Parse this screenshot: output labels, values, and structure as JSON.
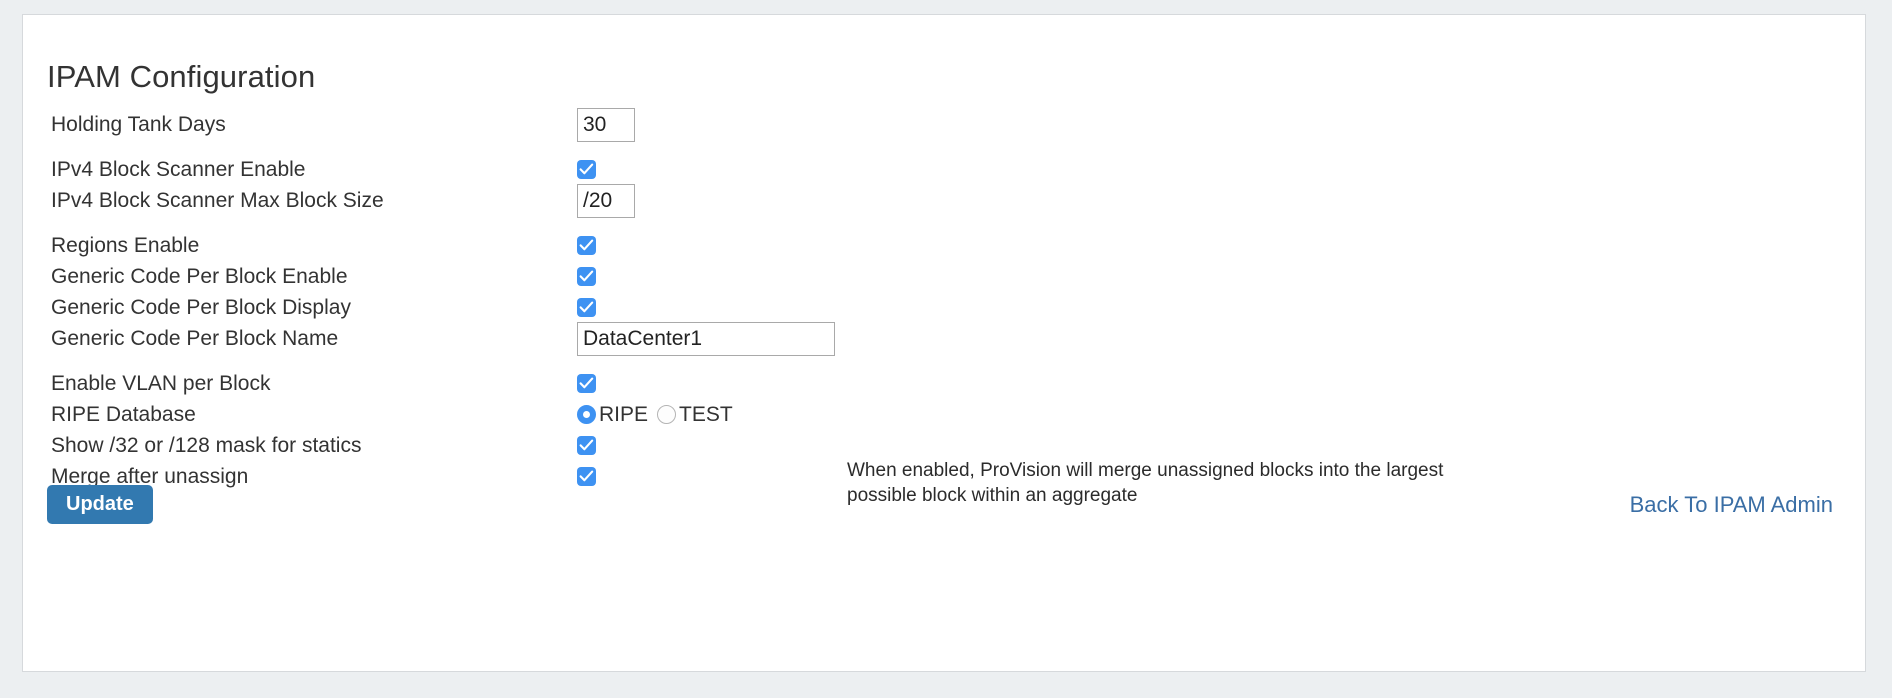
{
  "page": {
    "title": "IPAM Configuration",
    "background_color": "#eceff1",
    "card_color": "#ffffff",
    "accent_color": "#3e92f2",
    "button_color": "#3279b0",
    "link_color": "#3a6ea5"
  },
  "form": {
    "rows": [
      {
        "label": "Holding Tank Days",
        "control": "text",
        "value": "30",
        "placeholder": "",
        "size": "small",
        "gap_after": true
      },
      {
        "label": "IPv4 Block Scanner Enable",
        "control": "checkbox",
        "checked": true,
        "gap_after": false
      },
      {
        "label": "IPv4 Block Scanner Max Block Size",
        "control": "text",
        "value": "/20",
        "placeholder": "",
        "size": "small",
        "gap_after": true
      },
      {
        "label": "Regions Enable",
        "control": "checkbox",
        "checked": true,
        "gap_after": false
      },
      {
        "label": "Generic Code Per Block Enable",
        "control": "checkbox",
        "checked": true,
        "gap_after": false
      },
      {
        "label": "Generic Code Per Block Display",
        "control": "checkbox",
        "checked": true,
        "gap_after": false
      },
      {
        "label": "Generic Code Per Block Name",
        "control": "text",
        "value": "DataCenter1",
        "placeholder": "",
        "size": "wide",
        "gap_after": true
      },
      {
        "label": "Enable VLAN per Block",
        "control": "checkbox",
        "checked": true,
        "gap_after": false
      },
      {
        "label": "RIPE Database",
        "control": "radio",
        "options": [
          {
            "label": "RIPE",
            "selected": true
          },
          {
            "label": "TEST",
            "selected": false
          }
        ],
        "gap_after": false
      },
      {
        "label": "Show /32 or /128 mask for statics",
        "control": "checkbox",
        "checked": true,
        "gap_after": false
      },
      {
        "label": "Merge after unassign",
        "control": "checkbox",
        "checked": true,
        "helper": "When enabled, ProVision will merge unassigned blocks into the largest possible block within an aggregate",
        "gap_after": false
      }
    ]
  },
  "footer": {
    "update_label": "Update",
    "back_link_label": "Back To IPAM Admin"
  }
}
